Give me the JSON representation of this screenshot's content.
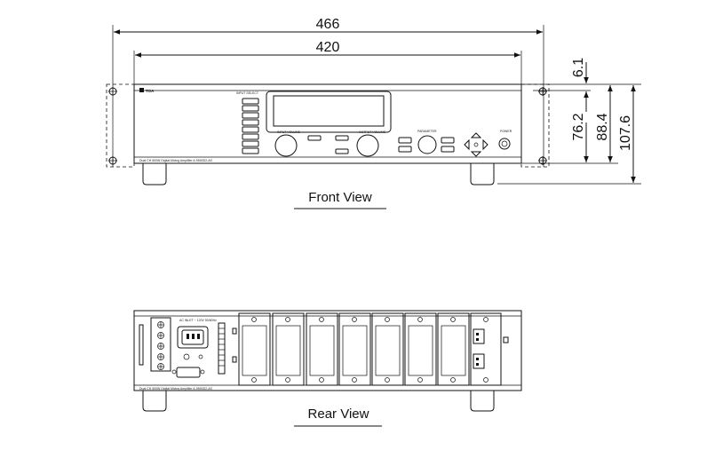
{
  "dimensions": {
    "overall_width": "466",
    "panel_width": "420",
    "top_offset": "6.1",
    "rack_height": "76.2",
    "panel_height": "88.4",
    "total_height": "107.6"
  },
  "front_view": {
    "label": "Front View",
    "brand": "TOA",
    "input_select": "INPUT SELECT",
    "input_volume": "INPUT VOLUME",
    "output_volume": "OUTPUT VOLUME",
    "parameter": "PARAMETER",
    "power": "POWER",
    "model_text": "Dual CH 500W Digital Mixing Amplifier A-9500D2-AS"
  },
  "rear_view": {
    "label": "Rear View",
    "ac_inlet": "AC INLET ~ 120V 50/60Hz",
    "model_text": "Dual CH 500W Digital Mixing Amplifier A-9500D2-AS"
  }
}
